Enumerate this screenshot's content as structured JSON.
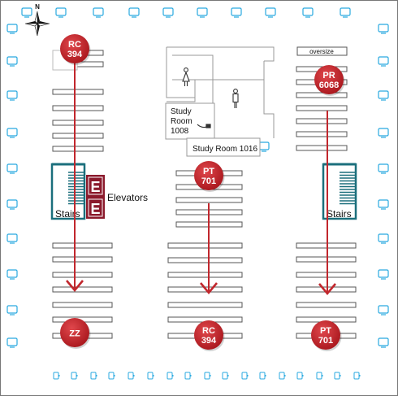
{
  "compass": {
    "north_label": "N"
  },
  "callouts": {
    "left_top": {
      "line1": "RC",
      "line2": "394"
    },
    "left_bottom": {
      "line1": "ZZ",
      "line2": ""
    },
    "mid_top": {
      "line1": "PT",
      "line2": "701"
    },
    "mid_bottom": {
      "line1": "RC",
      "line2": "394"
    },
    "right_top": {
      "line1": "PR",
      "line2": "6068"
    },
    "right_bottom": {
      "line1": "PT",
      "line2": "701"
    }
  },
  "labels": {
    "oversize": "oversize",
    "study_room_1008_line1": "Study",
    "study_room_1008_line2": "Room",
    "study_room_1008_line3": "1008",
    "study_room_1016": "Study Room 1016",
    "stairs_left": "Stairs",
    "stairs_right": "Stairs",
    "elevators": "Elevators",
    "elevator_glyph": "E"
  },
  "icons": {
    "compass": "compass-rose-icon",
    "computer": "computer-icon",
    "restroom_women": "women-restroom-icon",
    "restroom_men": "men-restroom-icon",
    "desk": "desk-icon"
  },
  "colors": {
    "callout_red": "#c1272d",
    "arrow_red": "#c1272d",
    "computer_cyan": "#29a9e0",
    "stairs_teal": "#1b6f7c",
    "elevator_maroon": "#8b1a2c",
    "shelf_gray": "#555555"
  }
}
